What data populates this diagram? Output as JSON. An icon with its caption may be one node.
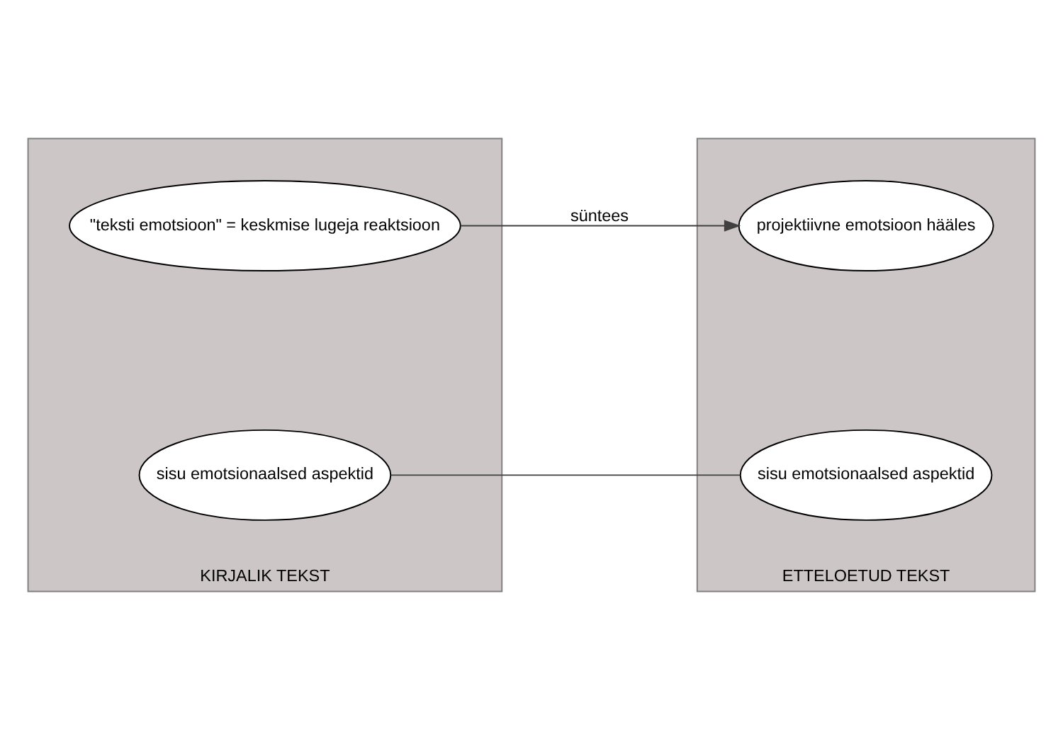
{
  "diagram": {
    "nodes": [
      {
        "text": [
          "KIRJALIK TEKST"
        ]
      },
      {
        "text": [
          "\"teksti emotsioon\" = keskmise lugeja reaktsioon"
        ],
        "in": 0
      },
      {
        "text": [
          "sisu emotsionaalsed aspektid"
        ],
        "in": 0
      },
      {
        "text": [
          "ETTELOETUD TEKST"
        ]
      },
      {
        "text": [
          "projektiivne emotsioon hääles"
        ],
        "in": 3
      },
      {
        "text": [
          "sisu emotsionaalsed aspektid"
        ],
        "in": 3
      }
    ],
    "edges": [
      {
        "from": 1,
        "to": 4,
        "arrow": "to",
        "label": "süntees"
      },
      {
        "from": 2,
        "to": 5,
        "arrow": "none"
      }
    ]
  }
}
